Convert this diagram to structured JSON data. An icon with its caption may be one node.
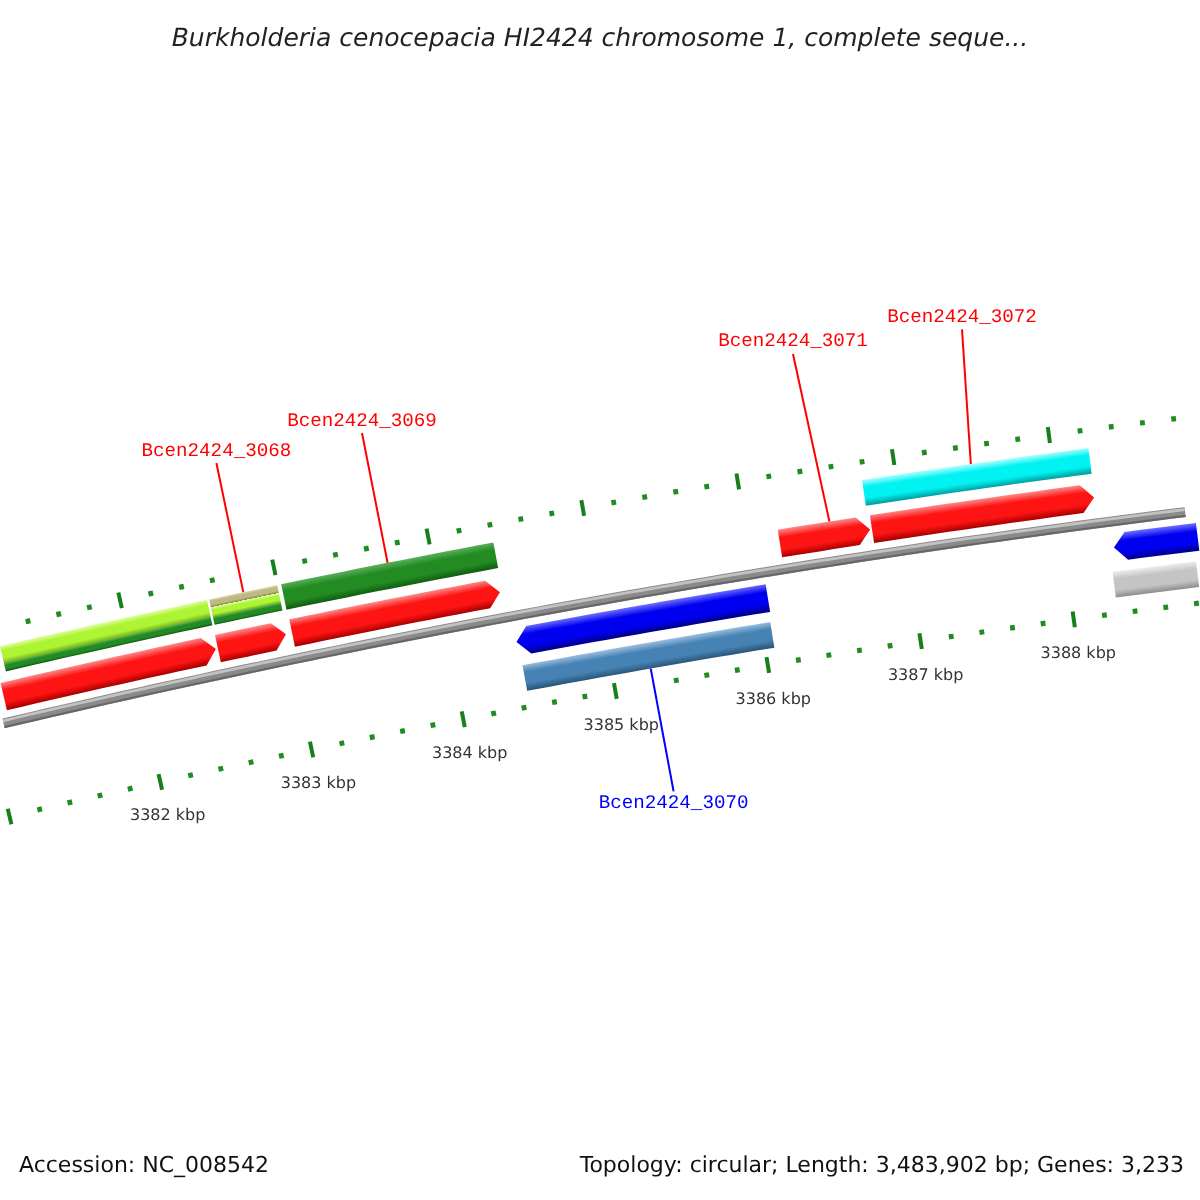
{
  "diagram": {
    "title": "Burkholderia cenocepacia HI2424 chromosome 1, complete seque...",
    "nodes": [
      {
        "text": [
          "Bcen2424_3068"
        ]
      },
      {
        "text": [
          "Bcen2424_3069"
        ]
      },
      {
        "text": [
          "Bcen2424_3071"
        ]
      },
      {
        "text": [
          "Bcen2424_3072"
        ]
      },
      {
        "text": [
          "Bcen2424_3070"
        ]
      },
      {
        "text": [],
        "shape": "bar"
      },
      {
        "text": [],
        "shape": "bar"
      },
      {
        "text": [],
        "shape": "bar"
      },
      {
        "text": [],
        "shape": "bar"
      },
      {
        "text": [],
        "shape": "bar"
      },
      {
        "text": [],
        "shape": "bar"
      },
      {
        "text": [],
        "shape": "bar"
      },
      {
        "text": [],
        "shape": "bar"
      },
      {
        "text": [],
        "shape": "bar"
      },
      {
        "text": [],
        "shape": "bar"
      },
      {
        "text": [],
        "shape": "bar"
      },
      {
        "text": [],
        "shape": "bar"
      },
      {
        "text": [],
        "shape": "bar"
      }
    ],
    "edges": [
      {
        "from": 0,
        "to": 5,
        "arrow": "none"
      },
      {
        "from": 1,
        "to": 6,
        "arrow": "none"
      },
      {
        "from": 2,
        "to": 7,
        "arrow": "none"
      },
      {
        "from": 3,
        "to": 8,
        "arrow": "none"
      },
      {
        "from": 4,
        "to": 9,
        "arrow": "none",
        "color": "#0000ff"
      }
    ],
    "labels": [
      "3382 kbp",
      "3383 kbp",
      "3384 kbp",
      "3385 kbp",
      "3386 kbp",
      "3387 kbp",
      "3388 kbp",
      "Accession: NC_008542",
      "Topology: circular; Length: 3,483,902 bp; Genes: 3,233"
    ]
  }
}
